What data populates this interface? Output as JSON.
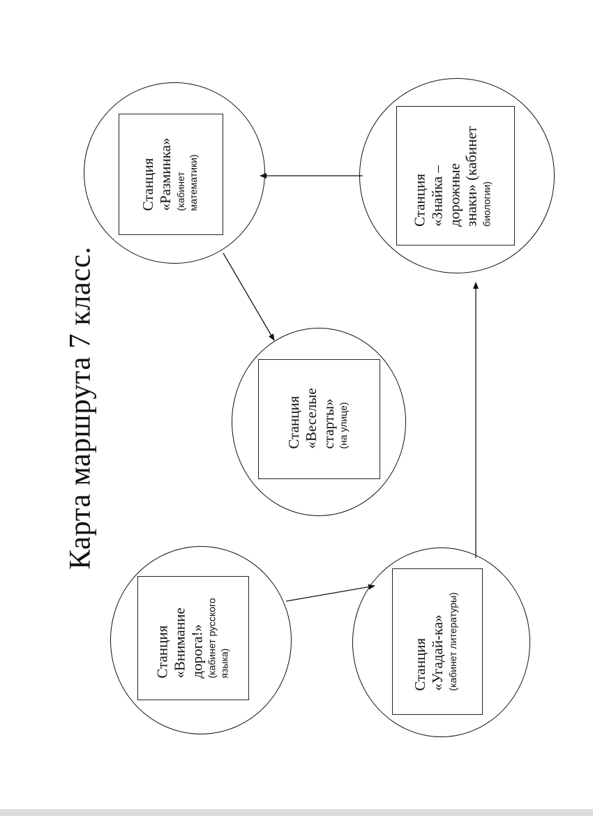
{
  "title": "Карта маршрута 7 класс.",
  "stations": {
    "razminka": {
      "line1": "Станция",
      "line2": "«Разминка»",
      "note1": "(кабинет",
      "note2": "математики)"
    },
    "znayka": {
      "line1": "Станция",
      "line2": "«Знайка –",
      "line3": "дорожные",
      "line4": "знаки» (кабинет",
      "line5": "биологии)"
    },
    "veselye": {
      "line1": "Станция",
      "line2": "«Веселые",
      "line3": "старты»",
      "note1": "(на улице)"
    },
    "vnimanie": {
      "line1": "Станция",
      "line2": "«Внимание",
      "line3": "дорога!»",
      "note1": "(кабинет русского",
      "note2": "языка)"
    },
    "ugadayka": {
      "line1": "Станция",
      "line2": "«Угадай-ка»",
      "note1": "(кабинет литературы)"
    }
  },
  "connections": [
    {
      "from": "vnimanie",
      "to": "ugadayka"
    },
    {
      "from": "ugadayka",
      "to": "znayka"
    },
    {
      "from": "znayka",
      "to": "razminka"
    },
    {
      "from": "razminka",
      "to": "veselye"
    }
  ],
  "colors": {
    "line": "#111111",
    "background": "#ffffff"
  }
}
